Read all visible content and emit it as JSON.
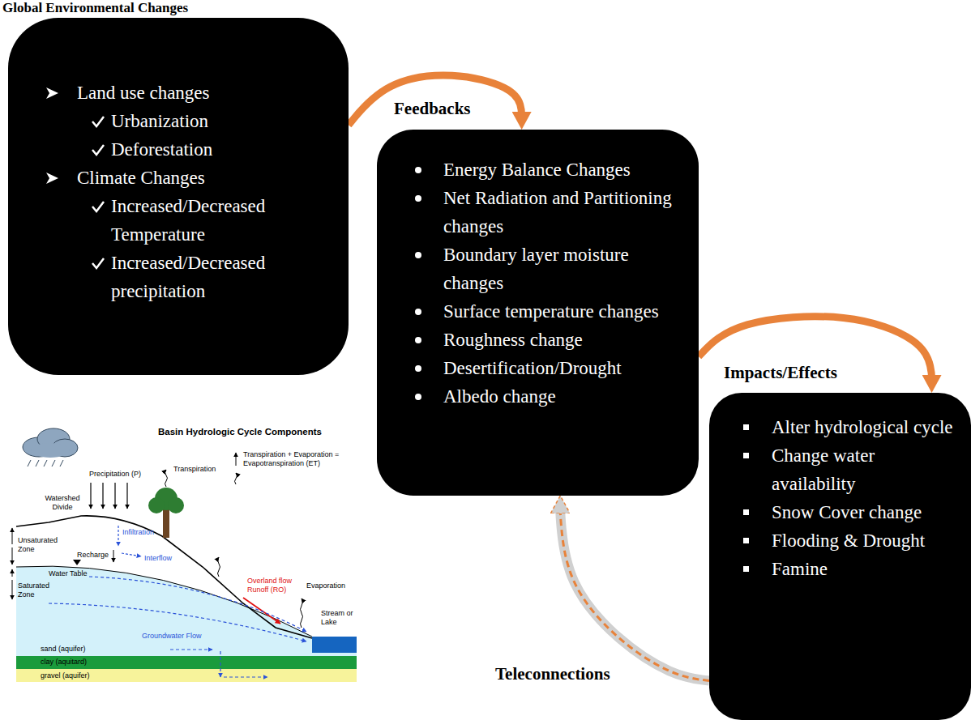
{
  "diagram": {
    "title": "Global Environmental Changes",
    "nodes": [
      {
        "text": [
          "Land use changes",
          "Urbanization",
          "Deforestation",
          "Climate Changes",
          "Increased/Decreased Temperature",
          "Increased/Decreased precipitation"
        ]
      },
      {
        "text": [
          "Energy Balance Changes",
          "Net Radiation and Partitioning changes",
          "Boundary layer moisture changes",
          "Surface temperature changes",
          "Roughness change",
          "Desertification/Drought",
          "Albedo change"
        ]
      },
      {
        "text": [
          "Alter hydrological cycle",
          "Change water availability",
          "Snow Cover change",
          "Flooding & Drought",
          "Famine"
        ]
      }
    ],
    "edges": [
      {
        "from": 0,
        "to": 1,
        "arrow": "to",
        "label": "Feedbacks"
      },
      {
        "from": 1,
        "to": 2,
        "arrow": "to",
        "label": "Impacts/Effects"
      },
      {
        "from": 2,
        "to": 1,
        "arrow": "to",
        "label": "Teleconnections"
      }
    ],
    "labels": [
      "Basin Hydrologic Cycle Components",
      "Precipitation (P)",
      "Transpiration",
      "Transpiration + Evaporation = Evapotranspiration (ET)",
      "Watershed Divide",
      "Unsaturated Zone",
      "Infiltration",
      "Interflow",
      "Recharge",
      "Water Table",
      "Saturated Zone",
      "Overland flow Runoff (RO)",
      "Evaporation",
      "Stream or Lake",
      "Groundwater Flow",
      "sand (aquifer)",
      "clay (aquitard)",
      "gravel (aquifer)"
    ]
  }
}
